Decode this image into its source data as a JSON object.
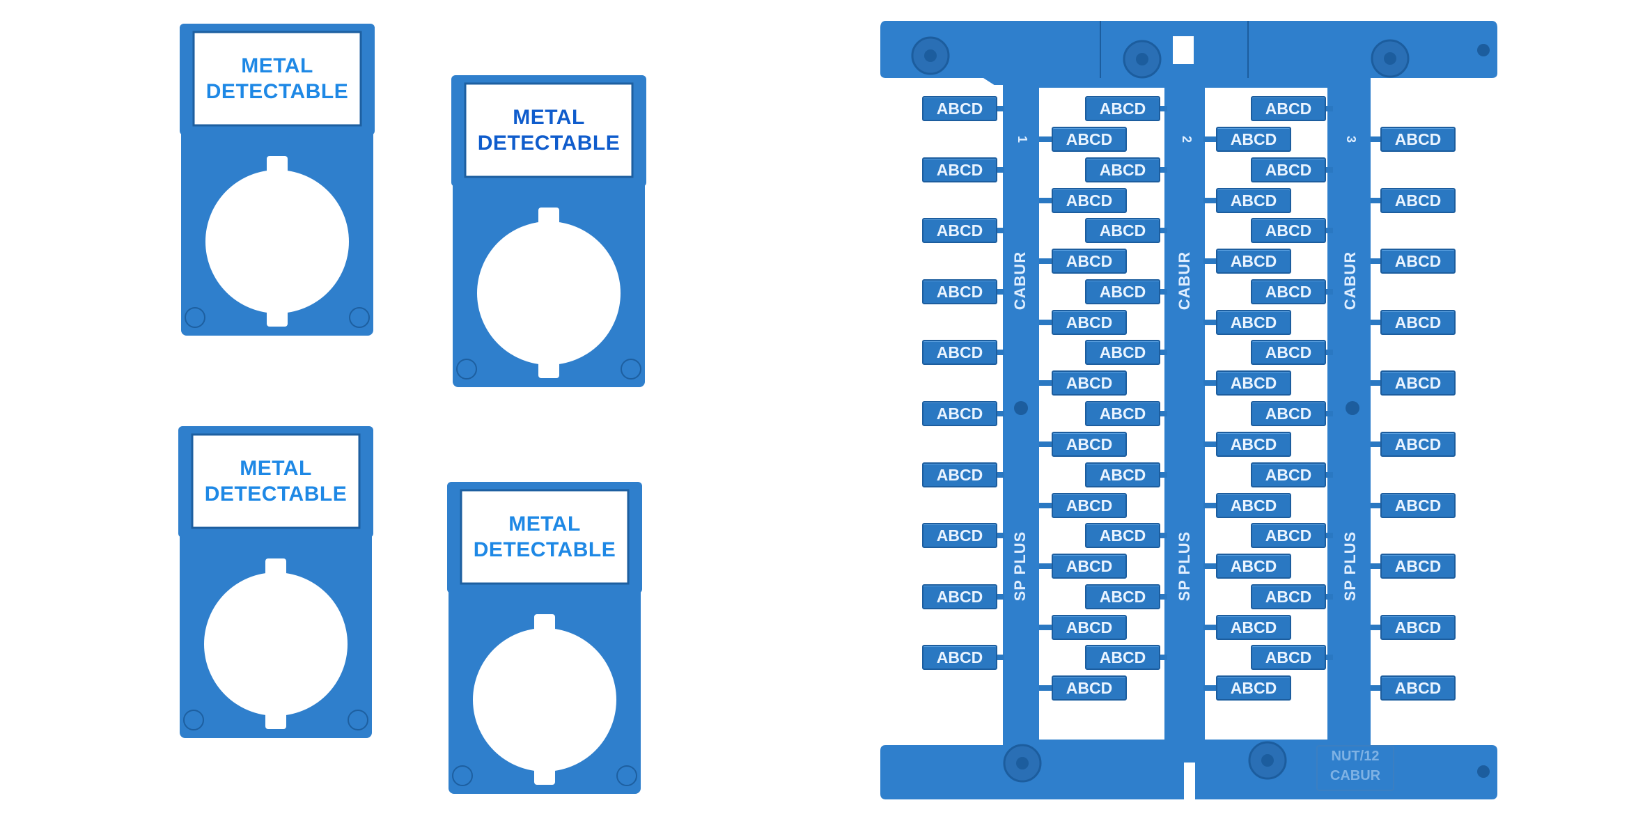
{
  "plates": [
    {
      "id": "plate-1",
      "line1": "METAL",
      "line2": "DETECTABLE"
    },
    {
      "id": "plate-2",
      "line1": "METAL",
      "line2": "DETECTABLE"
    },
    {
      "id": "plate-3",
      "line1": "METAL",
      "line2": "DETECTABLE"
    },
    {
      "id": "plate-4",
      "line1": "METAL",
      "line2": "DETECTABLE"
    }
  ],
  "strip": {
    "tag_text": "ABCD",
    "column_numbers": [
      "1",
      "2",
      "3"
    ],
    "brand": "CABUR",
    "series": "SP PLUS",
    "emboss_line1": "NUT/12",
    "emboss_line2": "CABUR"
  },
  "colors": {
    "plastic_blue": "#2a78c2",
    "label_text_blue": "#1e88e5",
    "background": "#ffffff"
  }
}
